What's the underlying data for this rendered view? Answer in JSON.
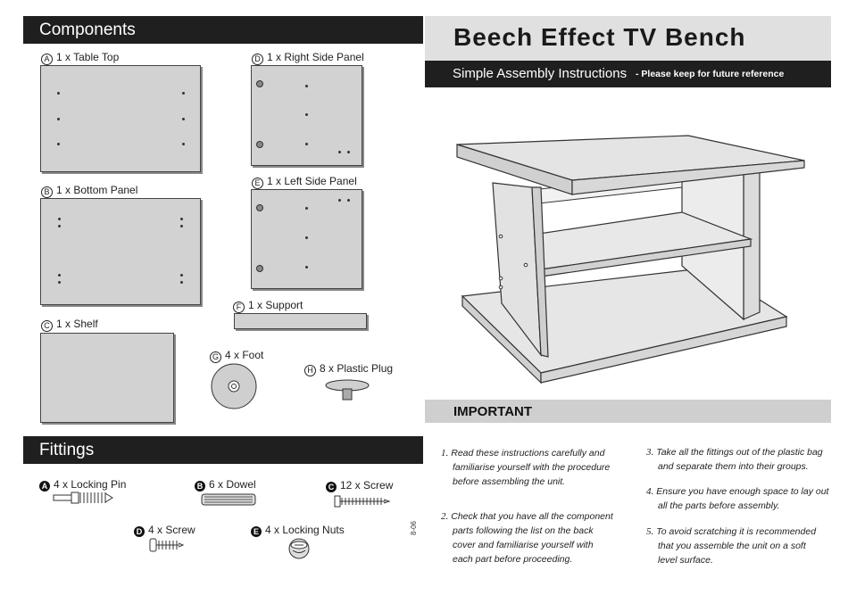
{
  "components": {
    "heading": "Components",
    "items": {
      "a": {
        "letter": "A",
        "label": "1 x Table Top"
      },
      "b": {
        "letter": "B",
        "label": "1 x Bottom Panel"
      },
      "c": {
        "letter": "C",
        "label": "1 x Shelf"
      },
      "d": {
        "letter": "D",
        "label": "1 x Right Side Panel"
      },
      "e": {
        "letter": "E",
        "label": "1 x Left Side Panel"
      },
      "f": {
        "letter": "F",
        "label": "1 x Support"
      },
      "g": {
        "letter": "G",
        "label": "4 x Foot"
      },
      "h": {
        "letter": "H",
        "label": "8 x Plastic Plug"
      }
    }
  },
  "fittings": {
    "heading": "Fittings",
    "items": {
      "a": {
        "letter": "A",
        "label": "4 x Locking Pin"
      },
      "b": {
        "letter": "B",
        "label": "6 x Dowel"
      },
      "c": {
        "letter": "C",
        "label": "12 x Screw"
      },
      "d": {
        "letter": "D",
        "label": "4 x Screw"
      },
      "e": {
        "letter": "E",
        "label": "4 x Locking Nuts"
      }
    }
  },
  "side_code": "8-06",
  "product": {
    "title": "Beech Effect TV Bench",
    "subtitle": "Simple Assembly Instructions",
    "subtitle_note": "- Please keep for future reference"
  },
  "important": {
    "heading": "IMPORTANT",
    "steps": [
      {
        "num": "1.",
        "lines": [
          "Read these instructions carefully and",
          "familiarise yourself with the procedure",
          "before assembling the unit."
        ]
      },
      {
        "num": "2.",
        "lines": [
          "Check that you have all the component",
          "parts following the list on the back",
          "cover and familiarise yourself with",
          "each part before proceeding."
        ]
      },
      {
        "num": "3.",
        "lines": [
          "Take all the fittings out of the plastic bag",
          "and separate them into their groups."
        ]
      },
      {
        "num": "4.",
        "lines": [
          "Ensure you have enough space to lay out",
          "all the parts before assembly."
        ]
      },
      {
        "num": "5.",
        "lines": [
          "To avoid scratching it is recommended",
          "that you assemble the unit on a soft",
          "level surface."
        ]
      }
    ]
  }
}
